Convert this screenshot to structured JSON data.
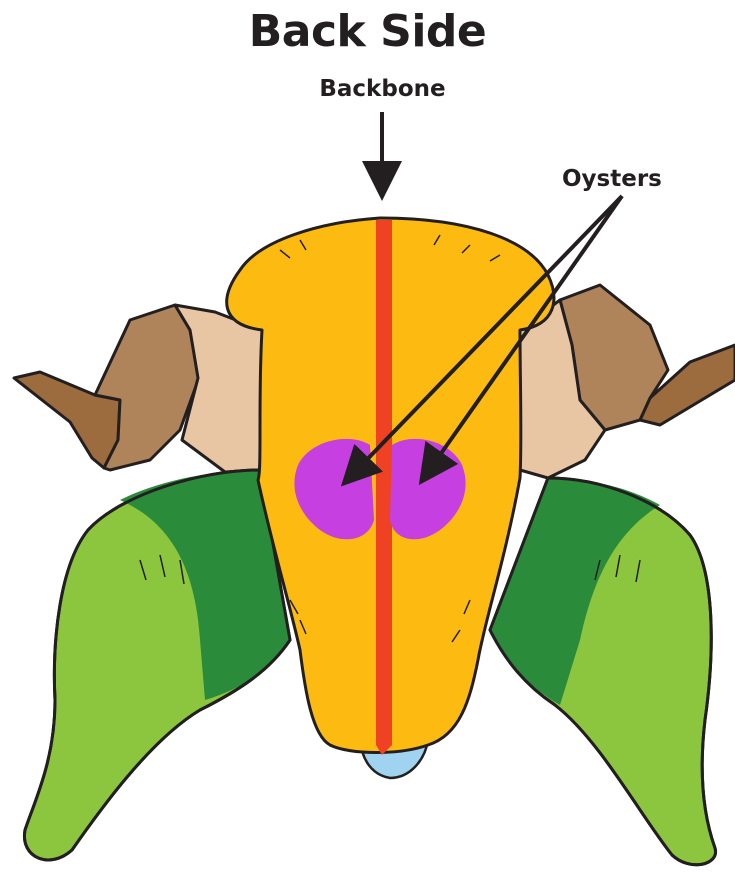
{
  "title": "Back Side",
  "labels": {
    "backbone": "Backbone",
    "oysters": "Oysters"
  },
  "colors": {
    "body": "#FDBA11",
    "backbone": "#EF4123",
    "oysters": "#C63FE0",
    "drumstick_light": "#8CC63F",
    "drumstick_dark": "#2A8C3A",
    "wing_light": "#E8C6A4",
    "wing_dark": "#9C6B3E",
    "tail": "#9FD3EF",
    "outline": "#231f20"
  }
}
